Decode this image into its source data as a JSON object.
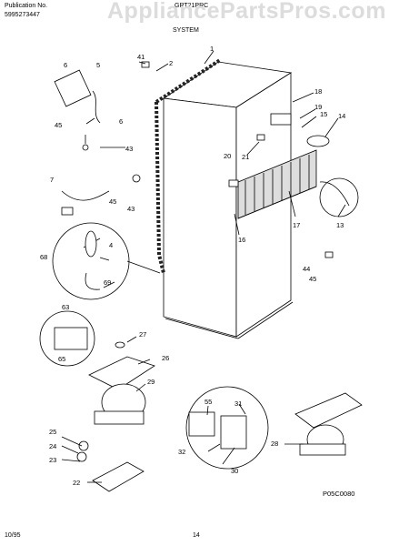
{
  "header": {
    "publication_label": "Publication No.",
    "publication_number": "5995273447",
    "model": "GRT21PRC",
    "section": "SYSTEM",
    "watermark": "AppliancePartsPros.com"
  },
  "callouts": [
    "1",
    "2",
    "4",
    "5",
    "6",
    "6",
    "7",
    "13",
    "14",
    "15",
    "16",
    "17",
    "18",
    "19",
    "20",
    "21",
    "22",
    "23",
    "24",
    "25",
    "26",
    "27",
    "28",
    "29",
    "30",
    "31",
    "32",
    "41",
    "43",
    "43",
    "44",
    "45",
    "45",
    "45",
    "55",
    "63",
    "65",
    "68",
    "69"
  ],
  "footer": {
    "date": "10/95",
    "page": "14",
    "figure_code": "P05C0080"
  }
}
